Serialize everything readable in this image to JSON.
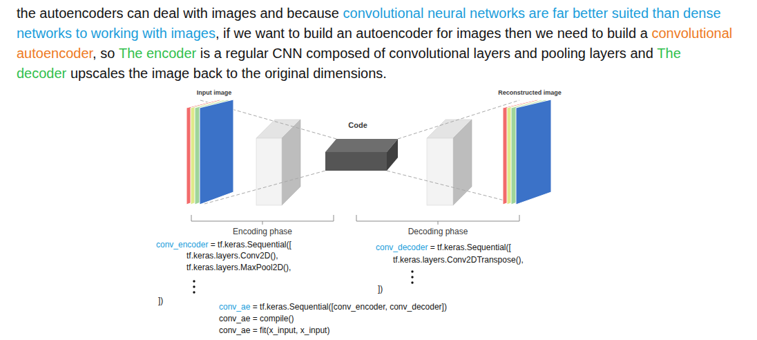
{
  "diagram": {
    "nodes": [
      {
        "text": [
          "Input image"
        ]
      },
      {
        "text": [
          "Code"
        ]
      },
      {
        "text": [
          "Reconstructed image"
        ]
      }
    ],
    "labels": [
      "the autoencoders can deal with images and because",
      "convolutional neural networks are far better suited than dense networks to working with images",
      ", if we want to build an autoencoder for images then we need to build a",
      "convolutional autoencoder",
      ", so",
      "The encoder",
      "is a regular CNN composed of convolutional layers and pooling layers and",
      "The decoder",
      "upscales the image back to the original dimensions.",
      "Encoding phase",
      "Decoding phase",
      "conv_encoder",
      "= tf.keras.Sequential([",
      "tf.keras.layers.Conv2D(),",
      "tf.keras.layers.MaxPool2D(),",
      "])",
      "conv_decoder",
      "= tf.keras.Sequential([",
      "tf.keras.layers.Conv2DTranspose(),",
      "])",
      "conv_ae",
      "= tf.keras.Sequential([conv_encoder, conv_decoder])",
      "conv_ae = compile()",
      "conv_ae = fit(x_input, x_input)"
    ]
  }
}
